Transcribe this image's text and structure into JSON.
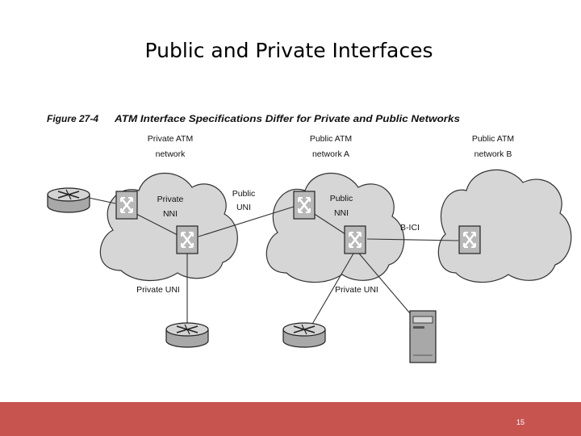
{
  "slide": {
    "title": "Public and Private Interfaces",
    "page_number": "15",
    "footer_color": "#c85450"
  },
  "figure": {
    "caption_number": "Figure 27-4",
    "caption_text": "ATM Interface Specifications Differ for Private and Public Networks",
    "labels": {
      "private_atm_network": [
        "Private ATM",
        "network"
      ],
      "public_atm_network_a": [
        "Public ATM",
        "network A"
      ],
      "public_atm_network_b": [
        "Public ATM",
        "network B"
      ],
      "private_nni": [
        "Private",
        "NNI"
      ],
      "public_uni": [
        "Public",
        "UNI"
      ],
      "public_nni": [
        "Public",
        "NNI"
      ],
      "b_ici": "B-ICI",
      "private_uni_left": "Private UNI",
      "private_uni_right": "Private UNI"
    },
    "colors": {
      "cloud_fill": "#d6d6d6",
      "device_fill": "#b8b8b8",
      "line": "#333333"
    }
  }
}
